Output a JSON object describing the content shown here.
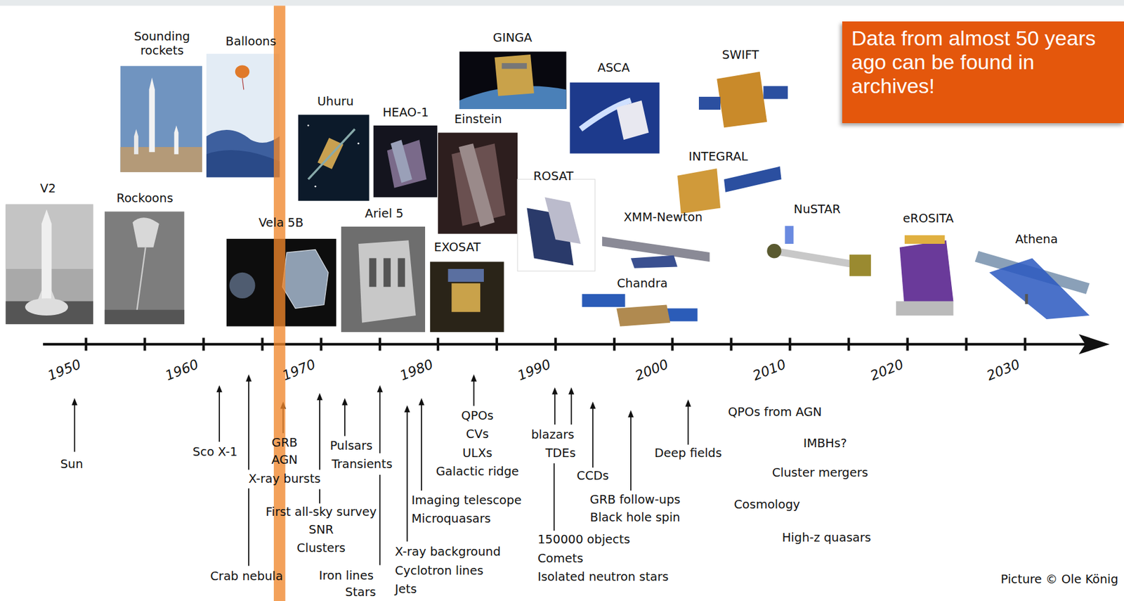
{
  "diagram": {
    "nodes": [
      {
        "text": [
          "Data from almost 50 years ago can be found in archives!"
        ]
      }
    ],
    "labels": [
      "Sounding rockets",
      "Balloons",
      "GINGA",
      "ASCA",
      "SWIFT",
      "Uhuru",
      "HEAO-1",
      "Einstein",
      "INTEGRAL",
      "ROSAT",
      "V2",
      "Rockoons",
      "NuSTAR",
      "Ariel 5",
      "eROSITA",
      "XMM-Newton",
      "Vela 5B",
      "Athena",
      "EXOSAT",
      "Chandra",
      "1950",
      "1960",
      "1970",
      "1980",
      "1990",
      "2000",
      "2010",
      "2020",
      "2030",
      "Sun",
      "Sco X-1",
      "GRB",
      "AGN",
      "X-ray bursts",
      "Pulsars",
      "Transients",
      "First all-sky survey",
      "SNR",
      "Clusters",
      "Crab nebula",
      "Iron lines",
      "Stars",
      "QPOs",
      "CVs",
      "ULXs",
      "Galactic ridge",
      "Imaging telescope",
      "Microquasars",
      "X-ray background",
      "Cyclotron lines",
      "Jets",
      "blazars",
      "TDEs",
      "CCDs",
      "GRB follow-ups",
      "Black hole spin",
      "150000 objects",
      "Comets",
      "Isolated neutron stars",
      "Deep fields",
      "QPOs from AGN",
      "IMBHs?",
      "Cluster mergers",
      "Cosmology",
      "High-z quasars",
      "Picture © Ole König"
    ]
  }
}
